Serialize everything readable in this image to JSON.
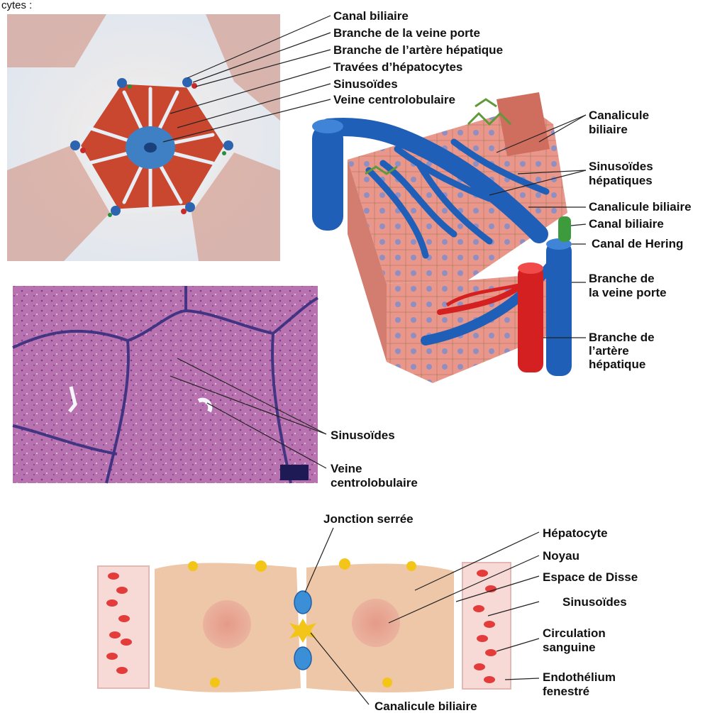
{
  "header_fragment": "cytes :",
  "lobule_labels": {
    "canal_biliaire": "Canal biliaire",
    "branche_veine_porte": "Branche de la veine porte",
    "branche_artere_hepatique": "Branche de l’artère hépatique",
    "travees": "Travées d’hépatocytes",
    "sinusoides": "Sinusoïdes",
    "veine_centro": "Veine centrolobulaire"
  },
  "block_labels": {
    "canalicule_biliaire_1": [
      "Canalicule",
      "biliaire"
    ],
    "sinusoides_hep": [
      "Sinusoïdes",
      "hépatiques"
    ],
    "canalicule_biliaire_2": "Canalicule biliaire",
    "canal_biliaire": "Canal biliaire",
    "canal_hering": "Canal de Hering",
    "branche_veine_porte": [
      "Branche de",
      "la veine porte"
    ],
    "branche_artere": [
      "Branche de",
      "l’artère",
      "hépatique"
    ]
  },
  "histo_labels": {
    "sinusoides": "Sinusoïdes",
    "veine_centro": [
      "Veine",
      "centrolobulaire"
    ]
  },
  "cell_labels": {
    "jonction": "Jonction serrée",
    "hepatocyte": "Hépatocyte",
    "noyau": "Noyau",
    "disse": "Espace de Disse",
    "sinusoides": "Sinusoïdes",
    "circulation": [
      "Circulation",
      "sanguine"
    ],
    "endothelium": [
      "Endothélium",
      "fenestré"
    ],
    "canalicule": "Canalicule biliaire"
  },
  "colors": {
    "vein_blue": "#1f5fb8",
    "artery_red": "#d42020",
    "hepatocyte_pink": "#e89a8c",
    "histo_purple": "#b46aae",
    "bile_green": "#5f9a3a",
    "cell_beige": "#edc7a8"
  }
}
